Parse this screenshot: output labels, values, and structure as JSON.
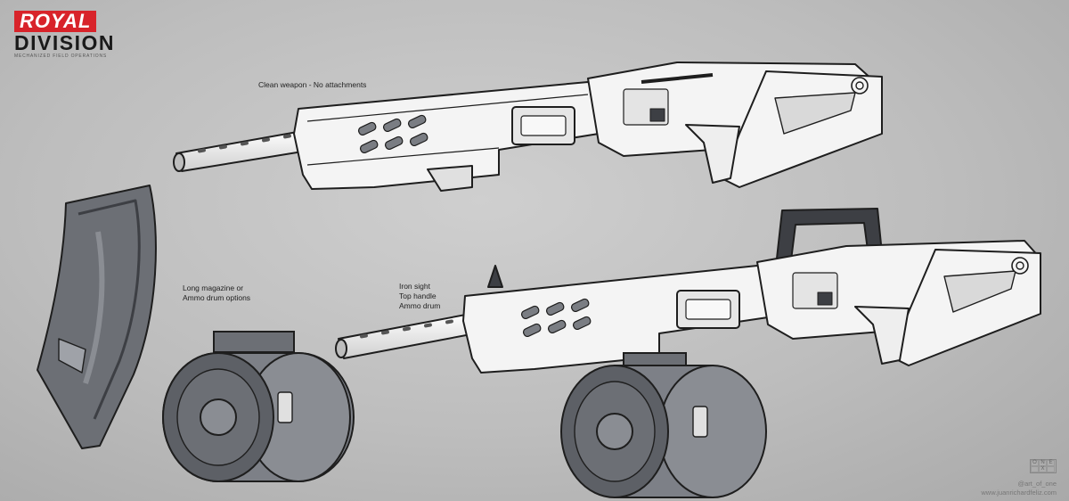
{
  "logo": {
    "brand_top": "ROYAL",
    "brand_bottom": "DIVISION",
    "tagline": "MECHANIZED FIELD OPERATIONS"
  },
  "notes": {
    "clean_weapon": "Clean weapon - No attachments",
    "magazine": [
      "Long magazine or",
      "Ammo drum options"
    ],
    "attachments": [
      "Iron sight",
      "Top handle",
      "Ammo drum"
    ]
  },
  "credit": {
    "handle": "@art_of_one",
    "website": "www.juanrichardfeliz.com",
    "badge": [
      "O",
      "N",
      "E",
      "",
      "X",
      ""
    ]
  },
  "colors": {
    "brand_red": "#d8232a",
    "line": "#1e1e1e",
    "body_light": "#f4f4f4",
    "body_shade": "#d9d9d9",
    "metal": "#6c6f75",
    "metal_dark": "#3d3f44"
  }
}
